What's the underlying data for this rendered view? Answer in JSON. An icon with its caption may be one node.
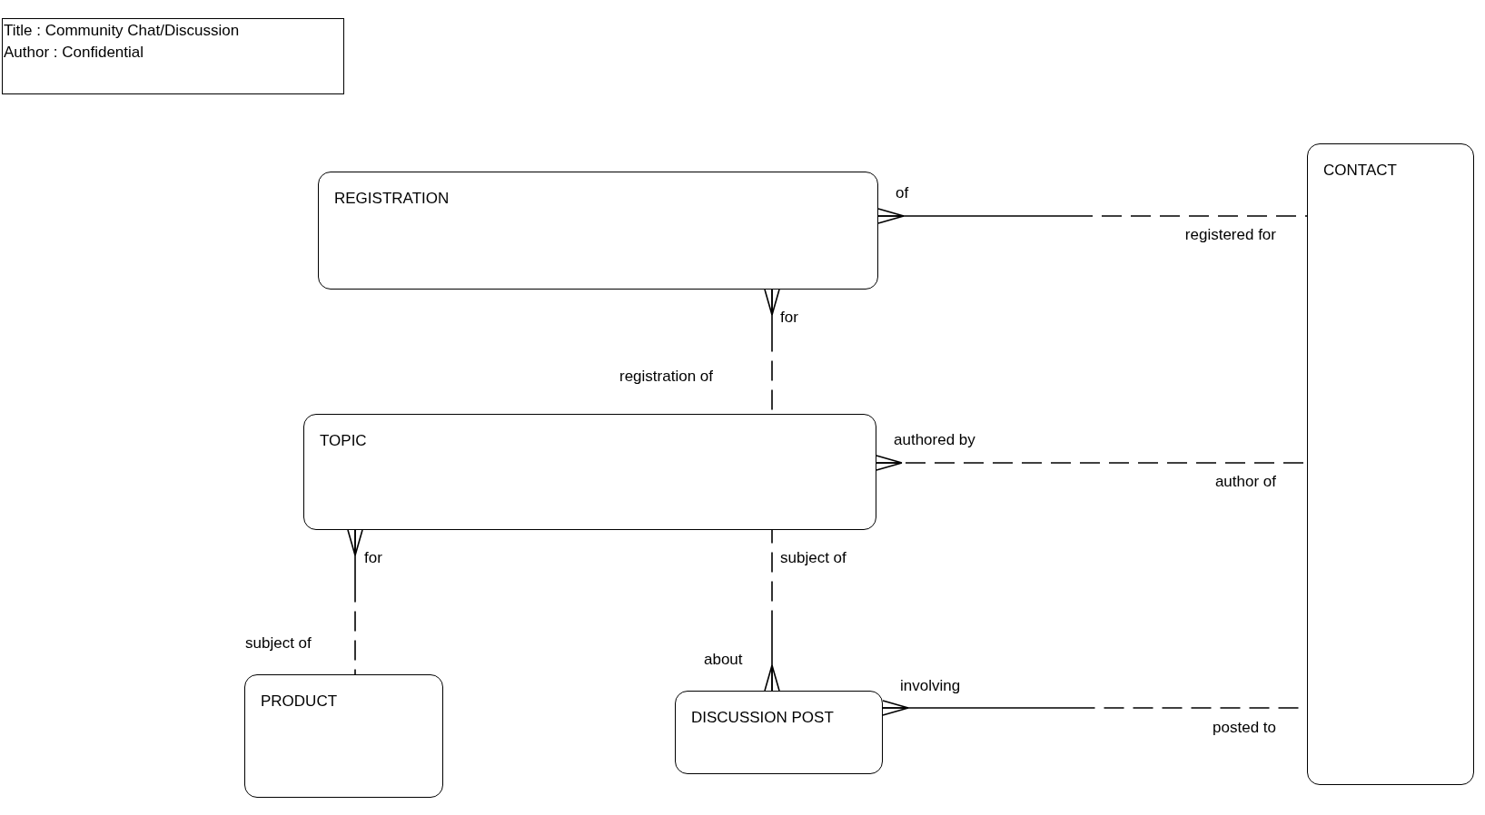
{
  "diagram": {
    "nodes": [
      {
        "text": [
          "Title : Community Chat/Discussion",
          "Author : Confidential"
        ]
      },
      {
        "text": [
          "CONTACT"
        ]
      },
      {
        "text": [
          "REGISTRATION"
        ]
      },
      {
        "text": [
          "TOPIC"
        ]
      },
      {
        "text": [
          "PRODUCT"
        ]
      },
      {
        "text": [
          "DISCUSSION POST"
        ]
      }
    ],
    "edges": [
      {
        "from": 2,
        "to": 1,
        "arrow": "other"
      },
      {
        "from": 2,
        "to": 3,
        "arrow": "other"
      },
      {
        "from": 3,
        "to": 1,
        "arrow": "other",
        "style": "dashed"
      },
      {
        "from": 3,
        "to": 4,
        "arrow": "other"
      },
      {
        "from": 5,
        "to": 3,
        "arrow": "other"
      },
      {
        "from": 5,
        "to": 1,
        "arrow": "other"
      }
    ],
    "labels": [
      "of",
      "registered for",
      "for",
      "registration of",
      "authored by",
      "author of",
      "for",
      "subject of",
      "subject of",
      "about",
      "involving",
      "posted to"
    ]
  }
}
